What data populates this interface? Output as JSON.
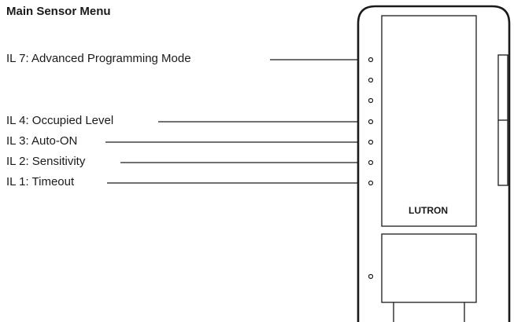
{
  "diagram": {
    "title": "Main Sensor Menu",
    "brand": "LUTRON",
    "callouts": [
      {
        "id": "il7",
        "label": "IL 7: Advanced Programming Mode"
      },
      {
        "id": "il4",
        "label": "IL 4: Occupied Level"
      },
      {
        "id": "il3",
        "label": "IL 3: Auto-ON"
      },
      {
        "id": "il2",
        "label": "IL 2: Sensitivity"
      },
      {
        "id": "il1",
        "label": "IL 1: Timeout"
      }
    ]
  }
}
